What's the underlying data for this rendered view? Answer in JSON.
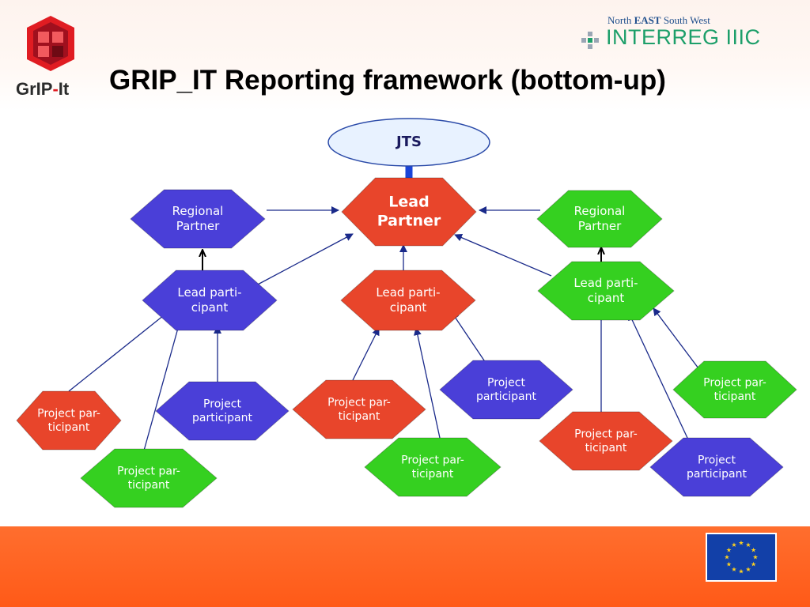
{
  "header": {
    "title": "GRIP_IT Reporting framework (bottom-up)",
    "logo_text_a": "GrIP",
    "logo_text_dot": "-",
    "logo_text_b": "It",
    "interreg_sub_a": "North ",
    "interreg_sub_b": "EAST",
    "interreg_sub_c": " South West",
    "interreg_main": "INTERREG IIIC"
  },
  "colors": {
    "red": "#e8452b",
    "blue": "#4a3fd8",
    "green": "#35d020",
    "arrow": "#1a2a8a",
    "jts_fill": "#e8f2ff",
    "jts_arrow": "#1a44d8",
    "footer": "#ff6424"
  },
  "nodes": [
    {
      "id": "jts",
      "lines": [
        "JTS"
      ],
      "color": "jts",
      "shape": "ellipse"
    },
    {
      "id": "lead-partner",
      "lines": [
        "Lead",
        "Partner"
      ],
      "color": "red",
      "shape": "hex"
    },
    {
      "id": "regional-partner-left",
      "lines": [
        "Regional",
        "Partner"
      ],
      "color": "blue",
      "shape": "hex"
    },
    {
      "id": "regional-partner-right",
      "lines": [
        "Regional",
        "Partner"
      ],
      "color": "green",
      "shape": "hex"
    },
    {
      "id": "lead-participant-left",
      "lines": [
        "Lead parti-",
        "cipant"
      ],
      "color": "blue",
      "shape": "hex"
    },
    {
      "id": "lead-participant-center",
      "lines": [
        "Lead parti-",
        "cipant"
      ],
      "color": "red",
      "shape": "hex"
    },
    {
      "id": "lead-participant-right",
      "lines": [
        "Lead parti-",
        "cipant"
      ],
      "color": "green",
      "shape": "hex"
    },
    {
      "id": "pp-left-red",
      "lines": [
        "Project par-",
        "ticipant"
      ],
      "color": "red",
      "shape": "hex"
    },
    {
      "id": "pp-left-green",
      "lines": [
        "Project par-",
        "ticipant"
      ],
      "color": "green",
      "shape": "hex"
    },
    {
      "id": "pp-left-blue",
      "lines": [
        "Project",
        "participant"
      ],
      "color": "blue",
      "shape": "hex"
    },
    {
      "id": "pp-center-red",
      "lines": [
        "Project par-",
        "ticipant"
      ],
      "color": "red",
      "shape": "hex"
    },
    {
      "id": "pp-center-green",
      "lines": [
        "Project par-",
        "ticipant"
      ],
      "color": "green",
      "shape": "hex"
    },
    {
      "id": "pp-center-blue",
      "lines": [
        "Project",
        "participant"
      ],
      "color": "blue",
      "shape": "hex"
    },
    {
      "id": "pp-right-green",
      "lines": [
        "Project par-",
        "ticipant"
      ],
      "color": "green",
      "shape": "hex"
    },
    {
      "id": "pp-right-red",
      "lines": [
        "Project par-",
        "ticipant"
      ],
      "color": "red",
      "shape": "hex"
    },
    {
      "id": "pp-right-blue",
      "lines": [
        "Project",
        "participant"
      ],
      "color": "blue",
      "shape": "hex"
    }
  ],
  "edges": [
    {
      "from": "lead-partner",
      "to": "jts",
      "style": "thick"
    },
    {
      "from": "regional-partner-left",
      "to": "lead-partner",
      "style": "normal"
    },
    {
      "from": "regional-partner-right",
      "to": "lead-partner",
      "style": "normal"
    },
    {
      "from": "lead-participant-left",
      "to": "regional-partner-left",
      "style": "short"
    },
    {
      "from": "lead-participant-right",
      "to": "regional-partner-right",
      "style": "short"
    },
    {
      "from": "lead-participant-left",
      "to": "lead-partner",
      "style": "normal"
    },
    {
      "from": "lead-participant-center",
      "to": "lead-partner",
      "style": "normal"
    },
    {
      "from": "lead-participant-right",
      "to": "lead-partner",
      "style": "normal"
    },
    {
      "from": "pp-left-red",
      "to": "lead-participant-left",
      "style": "normal"
    },
    {
      "from": "pp-left-green",
      "to": "lead-participant-left",
      "style": "normal"
    },
    {
      "from": "pp-left-blue",
      "to": "lead-participant-left",
      "style": "normal"
    },
    {
      "from": "pp-center-red",
      "to": "lead-participant-center",
      "style": "normal"
    },
    {
      "from": "pp-center-green",
      "to": "lead-participant-center",
      "style": "normal"
    },
    {
      "from": "pp-center-blue",
      "to": "lead-participant-center",
      "style": "normal"
    },
    {
      "from": "pp-right-green",
      "to": "lead-participant-right",
      "style": "normal"
    },
    {
      "from": "pp-right-red",
      "to": "lead-participant-right",
      "style": "normal"
    },
    {
      "from": "pp-right-blue",
      "to": "lead-participant-right",
      "style": "normal"
    }
  ],
  "icons": {
    "grip_logo": "grip-it-logo-icon",
    "interreg_dots": "interreg-dots-icon",
    "eu_flag": "eu-flag-icon"
  }
}
